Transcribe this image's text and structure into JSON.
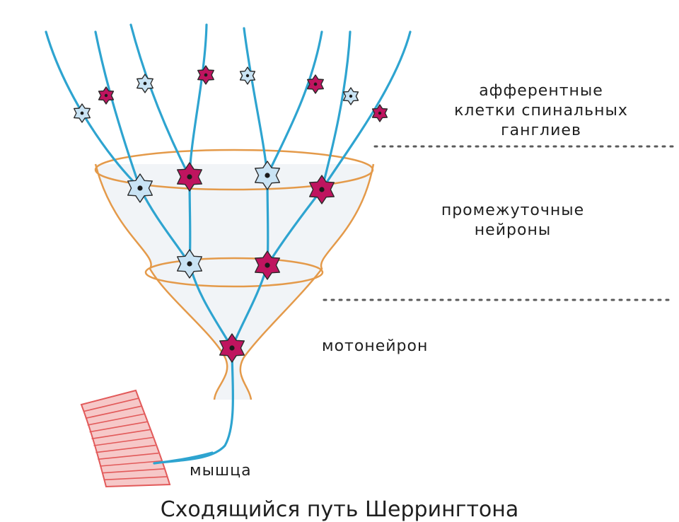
{
  "labels": {
    "afferent_line1": "афферентные",
    "afferent_line2": "клетки спинальных",
    "afferent_line3": "ганглиев",
    "interneurons_line1": "промежуточные",
    "interneurons_line2": "нейроны",
    "motoneuron": "мотонейрон",
    "muscle": "мышца"
  },
  "caption": "Сходящийся путь Шеррингтона",
  "colors": {
    "axon": "#2ea4d0",
    "funnel": "#e49a4a",
    "funnel_fill": "#f1f4f7",
    "neuron_magenta": "#bf145f",
    "neuron_blue": "#c9e3f4",
    "neuron_outline": "#2a2a2a",
    "muscle_fill": "#f6c8c8",
    "muscle_lines": "#e25a5a",
    "divider": "#5a5a5a"
  },
  "icons": {
    "neuron": "star-neuron-icon",
    "muscle": "striated-muscle-icon"
  }
}
